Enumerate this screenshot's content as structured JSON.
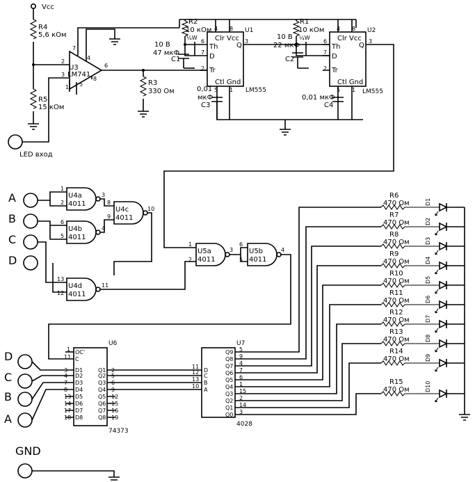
{
  "power": {
    "vcc": "Vcc",
    "gnd": "GND"
  },
  "opamp": {
    "ref": "U3",
    "part": "LM741",
    "pins": [
      "2",
      "3",
      "7",
      "4",
      "1",
      "5",
      "8",
      "6"
    ]
  },
  "r4": {
    "ref": "R4",
    "val": "5,6 кОм"
  },
  "r5": {
    "ref": "R5",
    "val": "15 кОм"
  },
  "r3": {
    "ref": "R3",
    "val": "330 Ом"
  },
  "r2": {
    "ref": "R2",
    "val": "10 кОм",
    "w": "¼W"
  },
  "r1": {
    "ref": "R1",
    "val": "10 кОм",
    "w": "¼W"
  },
  "c1": {
    "ref": "C1",
    "v": "10 В",
    "val": "47 мкФ"
  },
  "c2": {
    "ref": "C2",
    "v": "10 В",
    "val": "22 мкФ"
  },
  "c3": {
    "ref": "C3",
    "val1": "0,01",
    "val2": "мкФ"
  },
  "c4": {
    "ref": "C4",
    "val": "0,01 мкФ"
  },
  "led_input": "LED вход",
  "u1": {
    "ref": "U1",
    "part": "LM555",
    "top": "Clr Vcc",
    "th": "Th",
    "d": "D",
    "tr": "Tr",
    "q": "Q",
    "bot": "Ctl Gnd",
    "pins": [
      "4",
      "8",
      "6",
      "7",
      "2",
      "3",
      "5",
      "1"
    ]
  },
  "u2": {
    "ref": "U2",
    "part": "LM555",
    "top": "Clr Vcc",
    "th": "Th",
    "d": "D",
    "tr": "Tr",
    "q": "Q",
    "bot": "Ctl Gnd",
    "pins": [
      "4",
      "8",
      "6",
      "7",
      "2",
      "3",
      "5",
      "1"
    ]
  },
  "u4a": {
    "ref": "U4a",
    "part": "4011",
    "pins": [
      "1",
      "2",
      "3"
    ]
  },
  "u4b": {
    "ref": "U4b",
    "part": "4011",
    "pins": [
      "6",
      "5",
      "4"
    ]
  },
  "u4c": {
    "ref": "U4c",
    "part": "4011",
    "pins": [
      "8",
      "9",
      "10"
    ]
  },
  "u4d": {
    "ref": "U4d",
    "part": "4011",
    "pins": [
      "13",
      "12",
      "11"
    ]
  },
  "u5a": {
    "ref": "U5a",
    "part": "4011",
    "pins": [
      "1",
      "2",
      "3"
    ]
  },
  "u5b": {
    "ref": "U5b",
    "part": "4011",
    "pins": [
      "6",
      "5",
      "4"
    ]
  },
  "inputs_top": [
    "A",
    "B",
    "C",
    "D"
  ],
  "inputs_bottom": [
    "D",
    "C",
    "B",
    "A"
  ],
  "u6": {
    "ref": "U6",
    "part": "74373",
    "oc": "OC'",
    "c": "C",
    "oc_pin": "1",
    "c_pin": "11",
    "d_labels": [
      "D1",
      "D2",
      "D3",
      "D4",
      "D5",
      "D6",
      "D7",
      "D8"
    ],
    "d_pins": [
      "3",
      "4",
      "7",
      "8",
      "13",
      "14",
      "17",
      "18"
    ],
    "q_labels": [
      "Q1",
      "Q2",
      "Q3",
      "Q4",
      "Q5",
      "Q6",
      "Q7",
      "Q8"
    ],
    "q_pins": [
      "2",
      "5",
      "6",
      "9",
      "12",
      "15",
      "16",
      "19"
    ]
  },
  "u7": {
    "ref": "U7",
    "part": "4028",
    "in_labels": [
      "D",
      "C",
      "B",
      "A"
    ],
    "in_pins": [
      "11",
      "12",
      "13",
      "10"
    ],
    "out_labels": [
      "Q9",
      "Q8",
      "Q7",
      "Q6",
      "Q5",
      "Q4",
      "Q3",
      "Q2",
      "Q1",
      "Q0"
    ],
    "out_pins": [
      "5",
      "9",
      "4",
      "7",
      "6",
      "1",
      "15",
      "2",
      "14",
      "3"
    ]
  },
  "leds": [
    {
      "r": "R6",
      "d": "D1",
      "val": "470 Ом"
    },
    {
      "r": "R7",
      "d": "D2",
      "val": "470 Ом"
    },
    {
      "r": "R8",
      "d": "D3",
      "val": "470 Ом"
    },
    {
      "r": "R9",
      "d": "D4",
      "val": "470 Ом"
    },
    {
      "r": "R10",
      "d": "D5",
      "val": "470 Ом"
    },
    {
      "r": "R11",
      "d": "D6",
      "val": "470 Ом"
    },
    {
      "r": "R12",
      "d": "D7",
      "val": "470 Ом"
    },
    {
      "r": "R13",
      "d": "D8",
      "val": "470 Ом"
    },
    {
      "r": "R14",
      "d": "D9",
      "val": "470 Ом"
    },
    {
      "r": "R15",
      "d": "D10",
      "val": "470 Ом"
    }
  ]
}
